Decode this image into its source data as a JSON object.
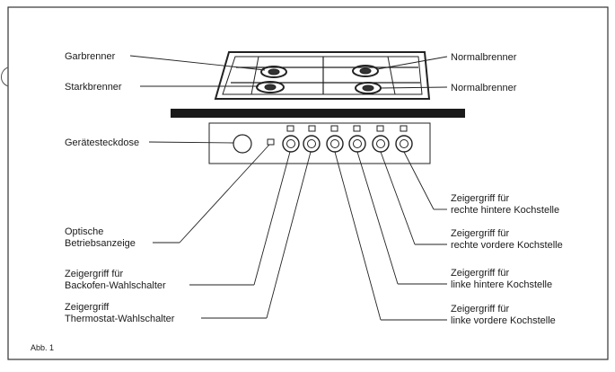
{
  "labels": {
    "garbrenner": "Garbrenner",
    "starkbrenner": "Starkbrenner",
    "normalbrenner_hinten": "Normalbrenner",
    "normalbrenner_vorne": "Normalbrenner",
    "geraetesteckdose": "Gerätesteckdose",
    "optische_1": "Optische",
    "optische_2": "Betriebsanzeige",
    "backofen_1": "Zeigergriff für",
    "backofen_2": "Backofen-Wahlschalter",
    "thermostat_1": "Zeigergriff",
    "thermostat_2": "Thermostat-Wahlschalter",
    "rh_1": "Zeigergriff für",
    "rh_2": "rechte hintere Kochstelle",
    "rv_1": "Zeigergriff für",
    "rv_2": "rechte vordere Kochstelle",
    "lh_1": "Zeigergriff für",
    "lh_2": "linke hintere Kochstelle",
    "lv_1": "Zeigergriff für",
    "lv_2": "linke vordere Kochstelle"
  },
  "caption": "Abb. 1"
}
